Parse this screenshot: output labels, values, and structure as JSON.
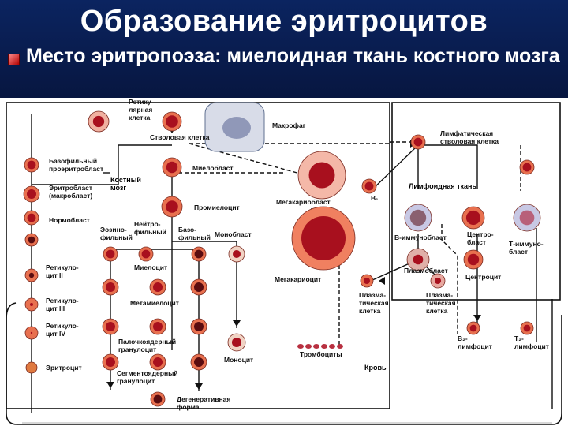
{
  "slide": {
    "title": "Образование эритроцитов",
    "subtitle": "Место эритропоэза: миелоидная ткань костного мозга"
  },
  "diagram": {
    "labels": {
      "reticular_cell": "Ретику-\nлярная\nклетка",
      "stem_cell": "Стволовая  клетка",
      "macrophage": "Макрофаг",
      "lymph_stem": "Лимфатическая\nстволовая клетка",
      "basophil_proery": "Базофильный\nпроэритробласт",
      "myeloblast": "Миелобласт",
      "bone_marrow": "Костный\nмозг",
      "lymphoid_tissue": "Лимфоидная ткань",
      "erythroblast": "Эритробласт\n(макробласт)",
      "megakaryoblast": "Мегакариобласт",
      "b1": "В₁",
      "promyelocyte": "Промиелоцит",
      "normoblast": "Нормобласт",
      "eos": "Эозино-\nфильный",
      "neutro": "Нейтро-\nфильный",
      "baso": "Базо-\nфильный",
      "monoblast": "Монобласт",
      "b_immunoblast": "В-иммунобласт",
      "centroblast": "Центро-\nбласт",
      "t_immunoblast": "Т-иммуно-\nбласт",
      "retic2": "Ретикуло-\nцит II",
      "myelocyte": "Миелоцит",
      "megakaryocyte": "Мегакариоцит",
      "plasmoblast": "Плазмобласт",
      "centrocyte": "Центроцит",
      "retic3": "Ретикуло-\nцит III",
      "metamyelocyte": "Метамиелоцит",
      "plasma_cell_1": "Плазма-\nтическая\nклетка",
      "plasma_cell_2": "Плазма-\nтическая\nклетка",
      "retic4": "Ретикуло-\nцит IV",
      "band": "Палочкоядерный\nгранулоцит",
      "b2": "В₂-\nлимфоцит",
      "t2": "Т₂-\nлимфоцит",
      "erythrocyte": "Эритроцит",
      "monocyte": "Моноцит",
      "platelets": "Тромбоциты",
      "blood": "Кровь",
      "segmented": "Сегментоядерный\nгранулоцит",
      "degenerative": "Дегенеративная\nформа"
    },
    "colors": {
      "cell_body": "#e8704f",
      "cell_nucleus": "#a8101e",
      "cell_dark": "#5a0c10",
      "pale_cell": "#f3c7b8",
      "lymph_blue": "#8090c8",
      "line": "#111111"
    }
  }
}
